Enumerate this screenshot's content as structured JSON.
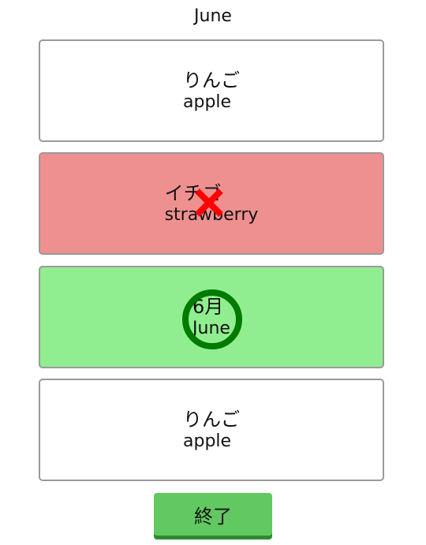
{
  "quiz": {
    "question": "June",
    "choices": [
      {
        "word": "りんご",
        "meaning": "apple",
        "state": "none"
      },
      {
        "word": "イチゴ",
        "meaning": "strawberry",
        "state": "wrong"
      },
      {
        "word": "6月",
        "meaning": "June",
        "state": "correct"
      },
      {
        "word": "りんご",
        "meaning": "apple",
        "state": "none"
      }
    ],
    "end_label": "終了"
  },
  "colors": {
    "wrong_background": "#ef9090",
    "correct_background": "#90ee90",
    "cross_mark": "#ff0000",
    "circle_mark": "#007a00",
    "button": "#62c862"
  },
  "icons": {
    "wrong_mark": "cross-icon",
    "correct_mark": "circle-icon"
  }
}
